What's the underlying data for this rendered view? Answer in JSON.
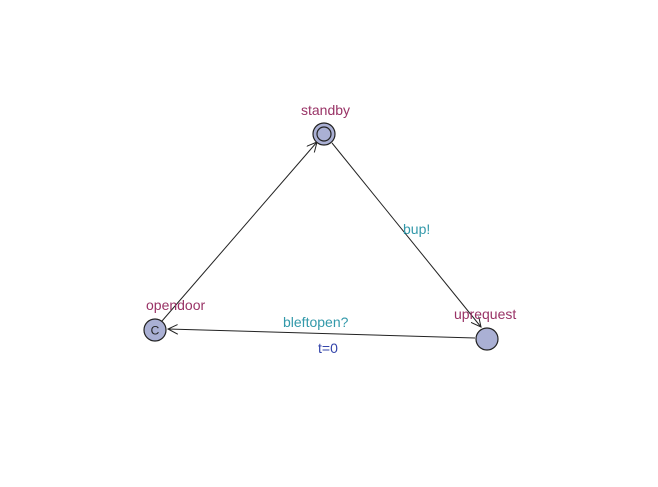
{
  "locations": {
    "standby": {
      "name": "standby",
      "initial": true
    },
    "uprequest": {
      "name": "uprequest",
      "initial": false
    },
    "opendoor": {
      "name": "opendoor",
      "initial": false,
      "committed_mark": "C"
    }
  },
  "edges": {
    "standby_to_uprequest": {
      "sync": "bup!"
    },
    "uprequest_to_opendoor": {
      "sync": "bleftopen?",
      "update": "t=0"
    },
    "opendoor_to_standby": {}
  },
  "colors": {
    "location_fill": "#aab0d4",
    "location_name": "#993366",
    "sync": "#3399aa",
    "update": "#3344aa"
  }
}
